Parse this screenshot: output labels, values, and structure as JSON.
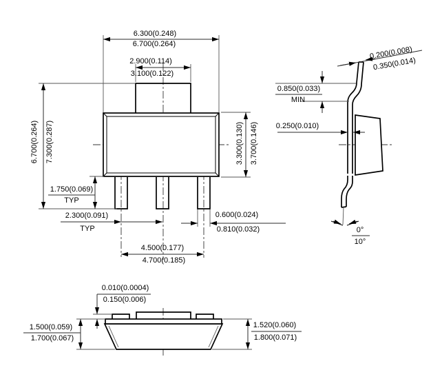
{
  "drawing_type": "package-outline-drawing",
  "colors": {
    "line": "#000000",
    "background": "#ffffff"
  },
  "views": {
    "front": {
      "dim_overall_width_upper": "6.300(0.248)",
      "dim_overall_width_lower": "6.700(0.264)",
      "dim_tab_width_upper": "2.900(0.114)",
      "dim_tab_width_lower": "3.100(0.122)",
      "dim_overall_height_upper": "6.700(0.264)",
      "dim_overall_height_lower": "7.300(0.287)",
      "dim_body_height_upper": "3.300(0.130)",
      "dim_body_height_lower": "3.700(0.146)",
      "dim_lead_length_upper": "1.750(0.069)",
      "dim_lead_length_lower": "TYP",
      "dim_lead_pitch_upper": "2.300(0.091)",
      "dim_lead_pitch_lower": "TYP",
      "dim_lead_width_upper": "0.600(0.024)",
      "dim_lead_width_lower": "0.810(0.032)",
      "dim_lead_span_upper": "4.500(0.177)",
      "dim_lead_span_lower": "4.700(0.185)"
    },
    "side": {
      "dim_lead_thickness_upper": "0.200(0.008)",
      "dim_lead_thickness_lower": "0.350(0.014)",
      "dim_shoulder_upper": "0.850(0.033)",
      "dim_shoulder_lower": "MIN",
      "dim_standoff": "0.250(0.010)",
      "dim_foot_angle_upper": "0°",
      "dim_foot_angle_lower": "10°"
    },
    "end": {
      "dim_lead_plane_upper": "0.010(0.0004)",
      "dim_lead_plane_lower": "0.150(0.006)",
      "dim_body_thick_left_upper": "1.500(0.059)",
      "dim_body_thick_left_lower": "1.700(0.067)",
      "dim_body_thick_right_upper": "1.520(0.060)",
      "dim_body_thick_right_lower": "1.800(0.071)"
    }
  }
}
